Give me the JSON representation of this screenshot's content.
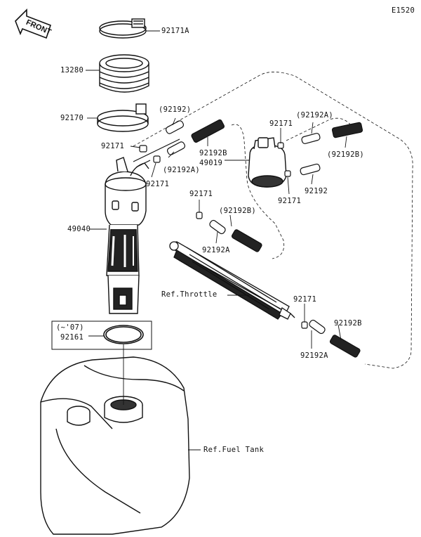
{
  "figure_code": "E1520",
  "front_label": "FRONT",
  "labels": {
    "clamp_top": "92171A",
    "boot": "13280",
    "clamp_lower": "92170",
    "hose_92192_paren": "(92192)",
    "clip_left": "92171",
    "spring_left": "92192B",
    "filter": "49019",
    "hose_left_paren_a": "(92192A)",
    "clip_pump_side": "92171",
    "clip_filter_top": "92171",
    "hose_filter_paren_a": "(92192A)",
    "spring_filter_paren_b": "(92192B)",
    "hose_filter_bottom": "92192",
    "clip_filter_bottom": "92171",
    "clip_throttle_top": "92171",
    "spring_throttle_paren_b": "(92192B)",
    "hose_throttle_a": "92192A",
    "pump": "49040",
    "ref_throttle": "Ref.Throttle",
    "clip_throttle_end": "92171",
    "spring_throttle_end": "92192B",
    "hose_throttle_end_a": "92192A",
    "year_note": "(~'07)",
    "gasket": "92161",
    "ref_fuel_tank": "Ref.Fuel Tank"
  },
  "colors": {
    "line": "#111111",
    "background": "#ffffff"
  }
}
